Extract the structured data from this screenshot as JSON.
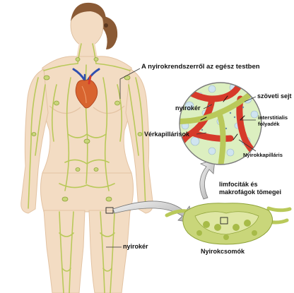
{
  "labels": {
    "lymph_system": "A nyirokrendszerről az egész testben",
    "lymph_vessel_top": "nyirokér",
    "tissue_cell": "szöveti sejt",
    "interstitial_1": "interstitialis",
    "interstitial_2": "folyadék",
    "blood_capillaries": "Vérkapillárisok",
    "lymph_capillary": "Nyirokkapilláris",
    "lymphocytes_1": "limfociták és",
    "lymphocytes_2": "makrofágok tömegei",
    "lymph_vessel_leg": "nyirokér",
    "lymph_node": "Nyirokcsomók"
  },
  "colors": {
    "skin": "#f3dcc3",
    "skin_shadow": "#e3c3a3",
    "hair": "#8a5a35",
    "lymph": "#b9c95a",
    "lymph_dark": "#8fa33a",
    "node_fill": "#c9d67a",
    "blood_red": "#d63a2a",
    "vein_blue": "#2f4fb0",
    "heart": "#d8642f",
    "cell": "#cfe4f0",
    "leader": "#333333"
  }
}
